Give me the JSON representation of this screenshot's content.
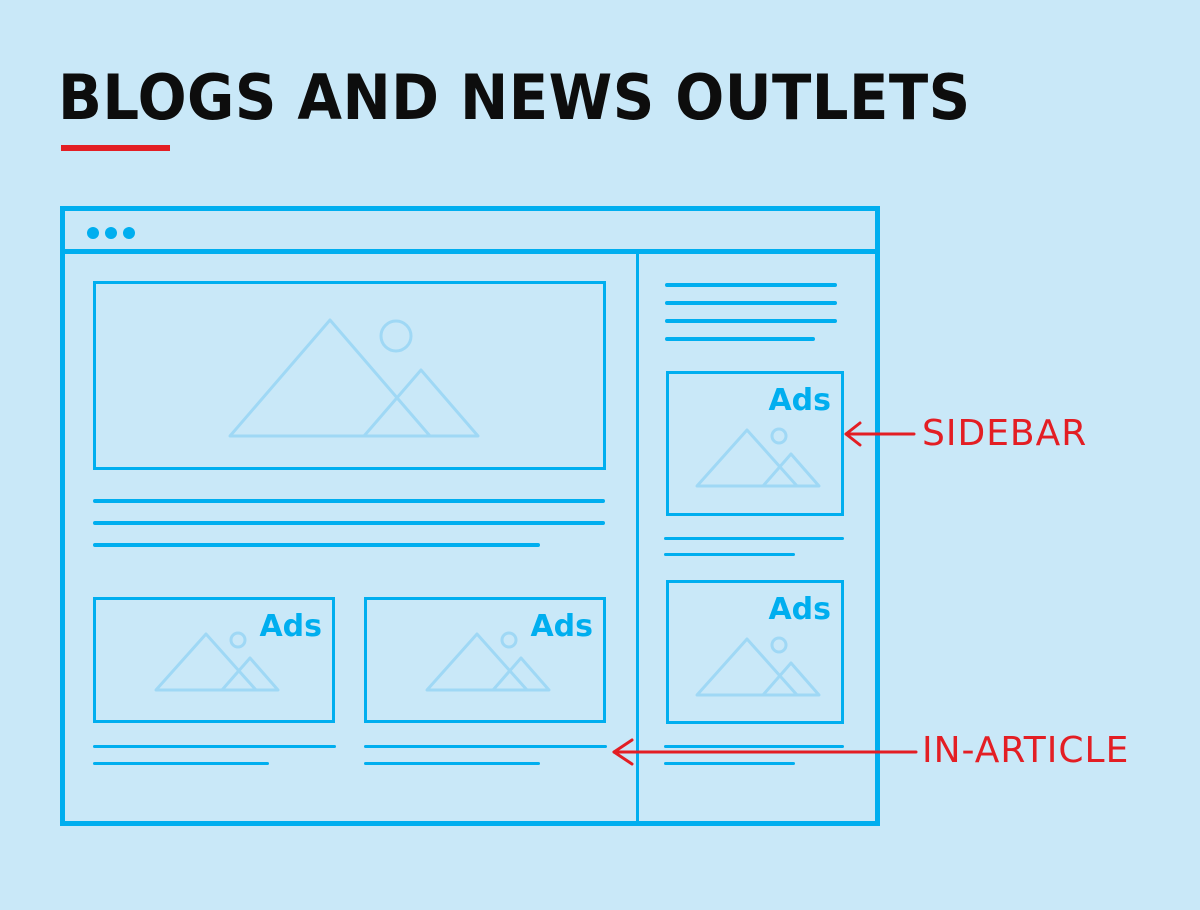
{
  "header": {
    "title": "BLOGS AND NEWS OUTLETS"
  },
  "ads": {
    "label": "Ads",
    "sidebar_top": "Ads",
    "sidebar_bottom": "Ads",
    "article_left": "Ads",
    "article_right": "Ads"
  },
  "callouts": {
    "sidebar": "SIDEBAR",
    "in_article": "IN-ARTICLE"
  },
  "colors": {
    "background": "#c9e8f8",
    "wireframe": "#00aeef",
    "placeholder": "#9fd8f5",
    "accent": "#e31e24",
    "title": "#0d0d0d"
  },
  "icons": {
    "window_dots": "three-dots-icon",
    "image_placeholder": "mountain-image-icon",
    "arrow": "arrow-left-icon"
  }
}
